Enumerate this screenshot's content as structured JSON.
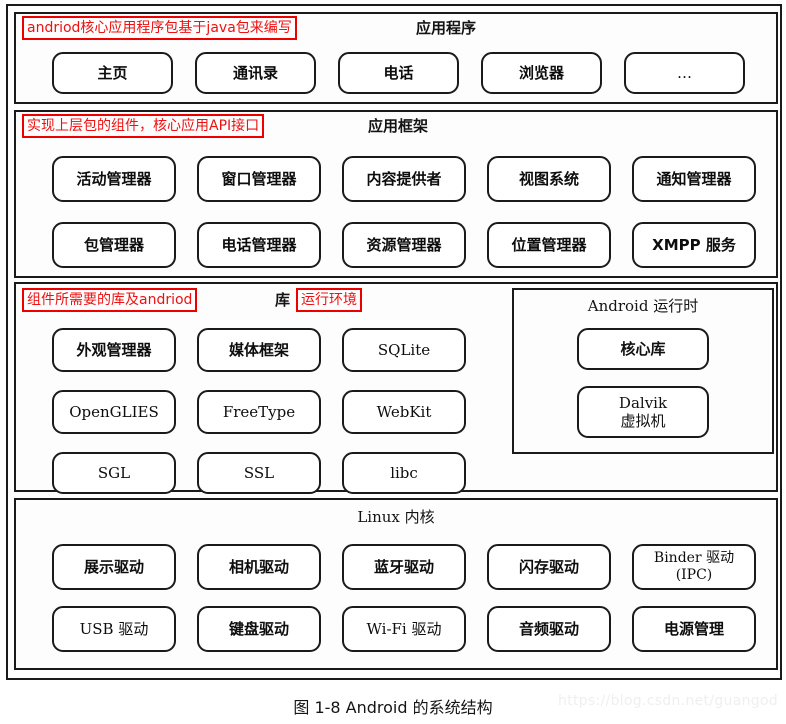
{
  "diagram": {
    "caption": "图 1-8   Android 的系统结构",
    "watermark": "https://blog.csdn.net/guangod"
  },
  "layers": {
    "applications": {
      "title": "应用程序",
      "annotation": "andriod核心应用程序包基于java包来编写",
      "items": [
        {
          "label": "主页"
        },
        {
          "label": "通讯录"
        },
        {
          "label": "电话"
        },
        {
          "label": "浏览器"
        },
        {
          "label": "…"
        }
      ]
    },
    "framework": {
      "title": "应用框架",
      "annotation": "实现上层包的组件，核心应用API接口",
      "row1": [
        {
          "label": "活动管理器"
        },
        {
          "label": "窗口管理器"
        },
        {
          "label": "内容提供者"
        },
        {
          "label": "视图系统"
        },
        {
          "label": "通知管理器"
        }
      ],
      "row2": [
        {
          "label": "包管理器"
        },
        {
          "label": "电话管理器"
        },
        {
          "label": "资源管理器"
        },
        {
          "label": "位置管理器"
        },
        {
          "label": "XMPP 服务"
        }
      ]
    },
    "libraries": {
      "annotation_left": "组件所需要的库及andriod",
      "title_mid": "库",
      "annotation_right": "运行环境",
      "row1": [
        {
          "label": "外观管理器"
        },
        {
          "label": "媒体框架"
        },
        {
          "label": "SQLite"
        }
      ],
      "row2": [
        {
          "label": "OpenGLIES"
        },
        {
          "label": "FreeType"
        },
        {
          "label": "WebKit"
        }
      ],
      "row3": [
        {
          "label": "SGL"
        },
        {
          "label": "SSL"
        },
        {
          "label": "libc"
        }
      ],
      "runtime": {
        "title": "Android 运行时",
        "core_library": "核心库",
        "dalvik_vm": "Dalvik\n虚拟机"
      }
    },
    "kernel": {
      "title": "Linux 内核",
      "row1": [
        {
          "label": "展示驱动"
        },
        {
          "label": "相机驱动"
        },
        {
          "label": "蓝牙驱动"
        },
        {
          "label": "闪存驱动"
        },
        {
          "label": "Binder 驱动\n(IPC)"
        }
      ],
      "row2": [
        {
          "label": "USB 驱动"
        },
        {
          "label": "键盘驱动"
        },
        {
          "label": "Wi-Fi 驱动"
        },
        {
          "label": "音频驱动"
        },
        {
          "label": "电源管理"
        }
      ]
    }
  },
  "colors": {
    "annotation_red": "#ee0000",
    "line_black": "#1a1a1a",
    "background": "#ffffff"
  }
}
